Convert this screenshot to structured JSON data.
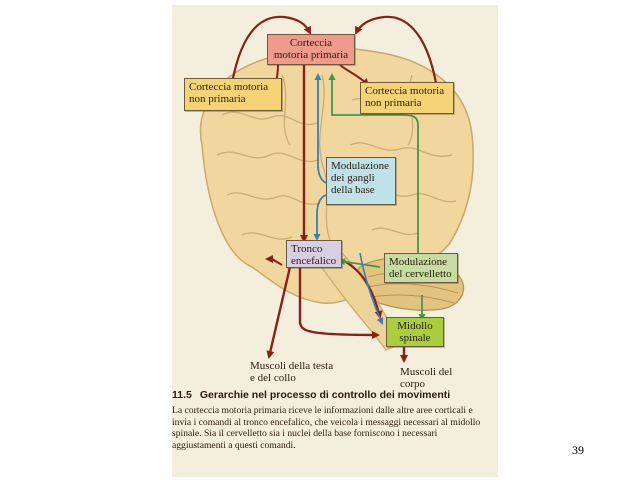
{
  "figure": {
    "boxes": {
      "primary_motor_cortex": "Corteccia motoria primaria",
      "nonprimary_left": "Corteccia motoria non primaria",
      "nonprimary_right": "Corteccia motoria non primaria",
      "basal_ganglia": "Modulazione dei gangli della base",
      "brainstem": "Tronco encefalico",
      "cerebellum": "Modulazione del cervelletto",
      "spinal_cord": "Midollo spinale"
    },
    "outputs": {
      "head_neck": "Muscoli della testa e del collo",
      "body": "Muscoli del corpo"
    },
    "caption": {
      "number": "11.5",
      "title": "Gerarchie nel processo di controllo dei movimenti",
      "body": "La corteccia motoria primaria riceve le informazioni dalle altre aree corticali e invia i comandi al tronco encefalico, che veicola i messaggi necessari al midollo spinale. Sia il cervelletto sia i nuclei della base forniscono i necessari aggiustamenti a questi comandi."
    },
    "colors": {
      "descending_arrow": "#8a2018",
      "basal_ganglia_arrow": "#3a7fb8",
      "cerebellum_arrow": "#3c9a4e"
    }
  },
  "page_number": "39"
}
